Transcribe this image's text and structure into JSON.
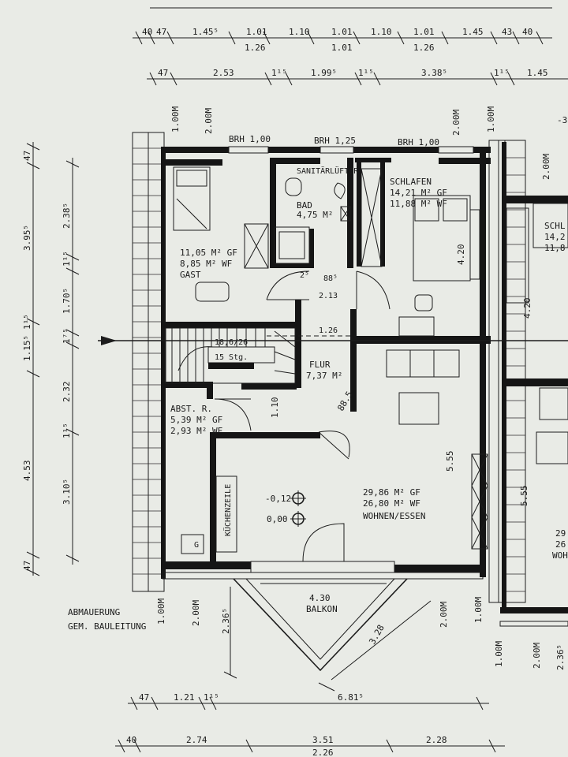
{
  "dimensions": {
    "top_row1": [
      "40",
      "47",
      "1.45⁵",
      "1.01",
      "1.26",
      "1.10",
      "1.01",
      "1.01",
      "1.10",
      "1.01",
      "1.26",
      "1.45",
      "43",
      "40"
    ],
    "top_row2": [
      "47",
      "2.53",
      "1¹⁵",
      "1.99⁵",
      "1¹⁵",
      "3.38⁵",
      "1¹⁵",
      "1.45"
    ],
    "left_col1": [
      "47",
      "3.95⁵",
      "1¹⁵",
      "1.15⁵",
      "4.53",
      "47"
    ],
    "left_col2": [
      "2.38⁵",
      "1¹⁵",
      "1.70⁵",
      "1⁷⁵",
      "2.32",
      "1¹⁵",
      "3.10⁵"
    ],
    "bottom_row1": [
      "47",
      "1.21",
      "1¹⁵",
      "6.81⁵"
    ],
    "bottom_row2": [
      "40",
      "2.74",
      "3.51",
      "2.26",
      "2.28"
    ],
    "parapet_heights": [
      "1.00M",
      "2.00M",
      "2.00M",
      "1.00M",
      "2.00M"
    ],
    "balcony_heights": [
      "1.00M",
      "2.00M",
      "2.36⁵",
      "2.00M",
      "1.00M",
      "1.00M",
      "2.00M",
      "2.36⁵"
    ],
    "window_labels": [
      "BRH 1,00",
      "BRH 1,25",
      "BRH 1,00"
    ],
    "inner": [
      "2⁵",
      "88⁵",
      "2.13",
      "1.26",
      "4.20",
      "4.20",
      "5.55",
      "5.55",
      "4.30",
      "3.28",
      "1.10",
      "88.5",
      "-3"
    ]
  },
  "rooms": {
    "gast": {
      "area_gf": "11,05 M² GF",
      "area_wf": "8,85 M² WF",
      "name": "GAST"
    },
    "bad": {
      "name": "BAD",
      "area": "4,75 M²"
    },
    "sanitaer": "SANITÄRLÜFTER",
    "schlafen": {
      "name": "SCHLAFEN",
      "area_gf": "14,21 M² GF",
      "area_wf": "11,88 M² WF"
    },
    "schlafen2": {
      "name": "SCHL",
      "area": "14,2",
      "area2": "11,8"
    },
    "flur": {
      "name": "FLUR",
      "area": "7,37 M²"
    },
    "stair": {
      "ratio": "18,6/26",
      "steps": "15 Stg."
    },
    "abst": {
      "name": "ABST. R.",
      "area_gf": "5,39 M² GF",
      "area_wf": "2,93 M² WF"
    },
    "kueche": "KÜCHENZEILE",
    "wohnen": {
      "area_gf": "29,86 M² GF",
      "area_wf": "26,80 M² WF",
      "name": "WOHNEN/ESSEN"
    },
    "wohnen2": {
      "a": "29",
      "b": "26",
      "c": "WOH"
    },
    "balkon": "BALKON",
    "level1": "-0,12",
    "level2": "0,00",
    "mark_g": "G"
  },
  "notes": {
    "line1": "ABMAUERUNG",
    "line2": "GEM. BAULEITUNG"
  }
}
